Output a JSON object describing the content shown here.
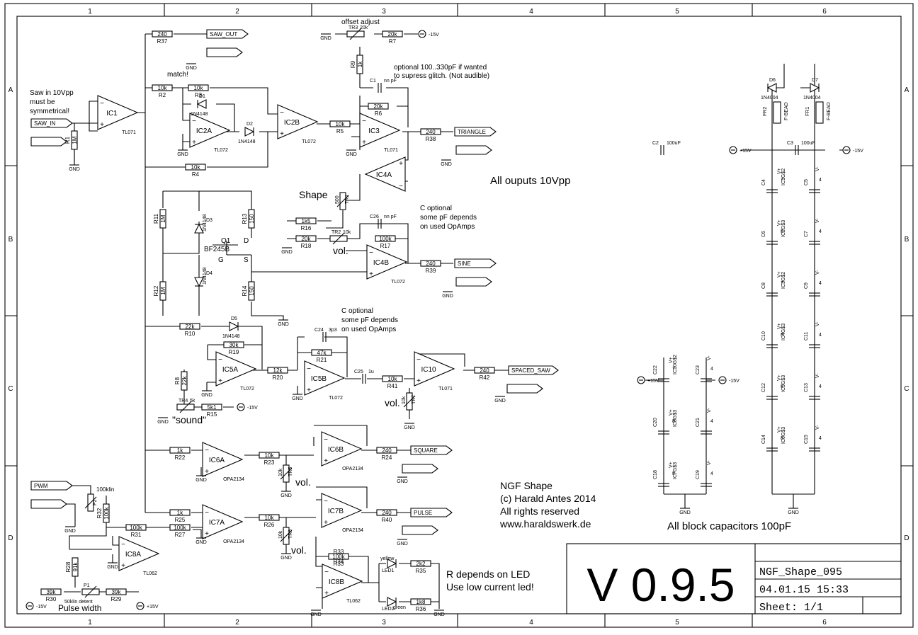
{
  "frame": {
    "columns": [
      "1",
      "2",
      "3",
      "4",
      "5",
      "6"
    ],
    "rows": [
      "A",
      "B",
      "C",
      "D"
    ]
  },
  "title_block": {
    "version": "V 0.9.5",
    "filename": "NGF_Shape_095",
    "date": "04.01.15 15:33",
    "sheet": "Sheet: 1/1"
  },
  "notes": {
    "saw_in_1": "Saw in 10Vpp",
    "saw_in_2": "must be",
    "saw_in_3": "symmetrical!",
    "match": "match!",
    "offset_adjust": "offset adjust",
    "optional_1": "optional 100..330pF if wanted",
    "optional_2": "to supress glitch. (Not audible)",
    "all_outputs": "All ouputs 10Vpp",
    "shape": "Shape",
    "c_opt_1a": "C optional",
    "c_opt_1b": "some pF depends",
    "c_opt_1c": "on used OpAmps",
    "c_opt_2a": "C optional",
    "c_opt_2b": "some pF depends",
    "c_opt_2c": "on used OpAmps",
    "vol": "vol.",
    "sound": "\"sound\"",
    "pulse_width": "Pulse width",
    "center_detent": "50klin detent",
    "klin100": "100klin",
    "led_1": "R depends on LED",
    "led_2": "Use low current led!",
    "yellow": "yellow",
    "green": "green",
    "credit_1": "NGF Shape",
    "credit_2": "(c) Harald Antes 2014",
    "credit_3": "All rights reserved",
    "credit_4": "www.haraldswerk.de",
    "block_caps": "All block capacitors 100pF"
  },
  "ports": {
    "saw_in": "SAW_IN",
    "saw_out": "SAW_OUT",
    "triangle": "TRIANGLE",
    "sine": "SINE",
    "spaced_saw": "SPACED_SAW",
    "square": "SQUARE",
    "pulse": "PULSE",
    "pwm": "PWM"
  },
  "supplies": {
    "gnd": "GND",
    "pos15": "+15V",
    "neg15": "-15V",
    "vplus": "V+",
    "vminus": "V-"
  },
  "opamps": [
    {
      "ref": "IC1",
      "type": "TL071"
    },
    {
      "ref": "IC2A",
      "type": "TL072"
    },
    {
      "ref": "IC2B",
      "type": "TL072"
    },
    {
      "ref": "IC3",
      "type": "TL071"
    },
    {
      "ref": "IC4A",
      "type": "TL072"
    },
    {
      "ref": "IC4B",
      "type": "TL072"
    },
    {
      "ref": "IC5A",
      "type": "TL072"
    },
    {
      "ref": "IC5B",
      "type": "TL072"
    },
    {
      "ref": "IC10",
      "type": "TL071"
    },
    {
      "ref": "IC6A",
      "type": "OPA2134"
    },
    {
      "ref": "IC6B",
      "type": "OPA2134"
    },
    {
      "ref": "IC7A",
      "type": "OPA2134"
    },
    {
      "ref": "IC7B",
      "type": "OPA2134"
    },
    {
      "ref": "IC8A",
      "type": "TL062"
    },
    {
      "ref": "IC8B",
      "type": "TL062"
    }
  ],
  "resistors": [
    {
      "ref": "R37",
      "value": "240"
    },
    {
      "ref": "R2",
      "value": "10k"
    },
    {
      "ref": "R3",
      "value": "10k"
    },
    {
      "ref": "R4",
      "value": "10k"
    },
    {
      "ref": "R1",
      "value": "1M"
    },
    {
      "ref": "R5",
      "value": "10k"
    },
    {
      "ref": "R6",
      "value": "20k"
    },
    {
      "ref": "R7",
      "value": "20k"
    },
    {
      "ref": "R9",
      "value": "1k"
    },
    {
      "ref": "R38",
      "value": "240"
    },
    {
      "ref": "R11",
      "value": "1M"
    },
    {
      "ref": "R12",
      "value": "1M"
    },
    {
      "ref": "R13",
      "value": "150"
    },
    {
      "ref": "R14",
      "value": "150"
    },
    {
      "ref": "R16",
      "value": "1k5"
    },
    {
      "ref": "R18",
      "value": "20k"
    },
    {
      "ref": "R17",
      "value": "100k"
    },
    {
      "ref": "R39",
      "value": "240"
    },
    {
      "ref": "R10",
      "value": "22k"
    },
    {
      "ref": "R19",
      "value": "30k"
    },
    {
      "ref": "R8",
      "value": "22k"
    },
    {
      "ref": "R15",
      "value": "5k1"
    },
    {
      "ref": "R20",
      "value": "12k"
    },
    {
      "ref": "R21",
      "value": "47k"
    },
    {
      "ref": "R41",
      "value": "10k"
    },
    {
      "ref": "R42",
      "value": "240"
    },
    {
      "ref": "R22",
      "value": "1k"
    },
    {
      "ref": "R23",
      "value": "10k"
    },
    {
      "ref": "R24",
      "value": "240"
    },
    {
      "ref": "R25",
      "value": "1k"
    },
    {
      "ref": "R26",
      "value": "10k"
    },
    {
      "ref": "R40",
      "value": "240"
    },
    {
      "ref": "R27",
      "value": "100k"
    },
    {
      "ref": "R31",
      "value": "100k"
    },
    {
      "ref": "R32",
      "value": "100k"
    },
    {
      "ref": "R28",
      "value": "91k"
    },
    {
      "ref": "R30",
      "value": "39k"
    },
    {
      "ref": "R29",
      "value": "39k"
    },
    {
      "ref": "R33",
      "value": "100k"
    },
    {
      "ref": "R34",
      "value": "100k"
    },
    {
      "ref": "R35",
      "value": "2k2"
    },
    {
      "ref": "R36",
      "value": "1k8"
    }
  ],
  "trimmers": [
    {
      "ref": "TR3",
      "value": "20k"
    },
    {
      "ref": "TR1",
      "value": "500"
    },
    {
      "ref": "TR2",
      "value": "10k"
    },
    {
      "ref": "TR4",
      "value": "5k"
    },
    {
      "ref": "TR7",
      "value": "10k"
    },
    {
      "ref": "TR5",
      "value": "10k"
    },
    {
      "ref": "TR6",
      "value": "10k"
    },
    {
      "ref": "P1",
      "value": ""
    },
    {
      "ref": "P2",
      "value": ""
    }
  ],
  "capacitors": [
    {
      "ref": "C1",
      "value": "nn pF"
    },
    {
      "ref": "C26",
      "value": "nn pF"
    },
    {
      "ref": "C24",
      "value": "3p3"
    },
    {
      "ref": "C25",
      "value": "1u"
    },
    {
      "ref": "C2",
      "value": "100uF"
    },
    {
      "ref": "C3",
      "value": "100uF"
    }
  ],
  "diodes": [
    {
      "ref": "D1",
      "type": "1N4148"
    },
    {
      "ref": "D2",
      "type": "1N4148"
    },
    {
      "ref": "D3",
      "type": "1N4148"
    },
    {
      "ref": "D4",
      "type": "1N4148"
    },
    {
      "ref": "D5",
      "type": "1N4148"
    },
    {
      "ref": "D6",
      "type": "1N4004"
    },
    {
      "ref": "D7",
      "type": "1N4004"
    }
  ],
  "misc": {
    "q1": "Q1",
    "q1_type": "BF245B",
    "q1_d": "D",
    "q1_g": "G",
    "q1_s": "S",
    "fr1": "FR1",
    "fr2": "FR2",
    "fbead": "F-BEAD",
    "led1": "LED1",
    "led2": "LED2"
  },
  "decoupling_main": [
    {
      "cap": "C4",
      "pair": "C5",
      "ic": "IC1G$2",
      "vp": "7",
      "vm": "4"
    },
    {
      "cap": "C6",
      "pair": "C7",
      "ic": "IC2G$3",
      "vp": "8",
      "vm": "4"
    },
    {
      "cap": "C8",
      "pair": "C9",
      "ic": "IC3G$2",
      "vp": "7",
      "vm": "4"
    },
    {
      "cap": "C10",
      "pair": "C11",
      "ic": "IC4G$3",
      "vp": "8",
      "vm": "4"
    },
    {
      "cap": "C12",
      "pair": "C13",
      "ic": "IC5G$3",
      "vp": "8",
      "vm": "4"
    },
    {
      "cap": "C14",
      "pair": "C15",
      "ic": "IC6G$3",
      "vp": "8",
      "vm": "4"
    }
  ],
  "decoupling_small": [
    {
      "cap": "C22",
      "pair": "C23",
      "ic": "IC10G$2",
      "vp": "7",
      "vm": "4"
    },
    {
      "cap": "C20",
      "pair": "C21",
      "ic": "IC8G$3",
      "vp": "8",
      "vm": "4"
    },
    {
      "cap": "C18",
      "pair": "C19",
      "ic": "IC7G$3",
      "vp": "8",
      "vm": "4"
    }
  ]
}
